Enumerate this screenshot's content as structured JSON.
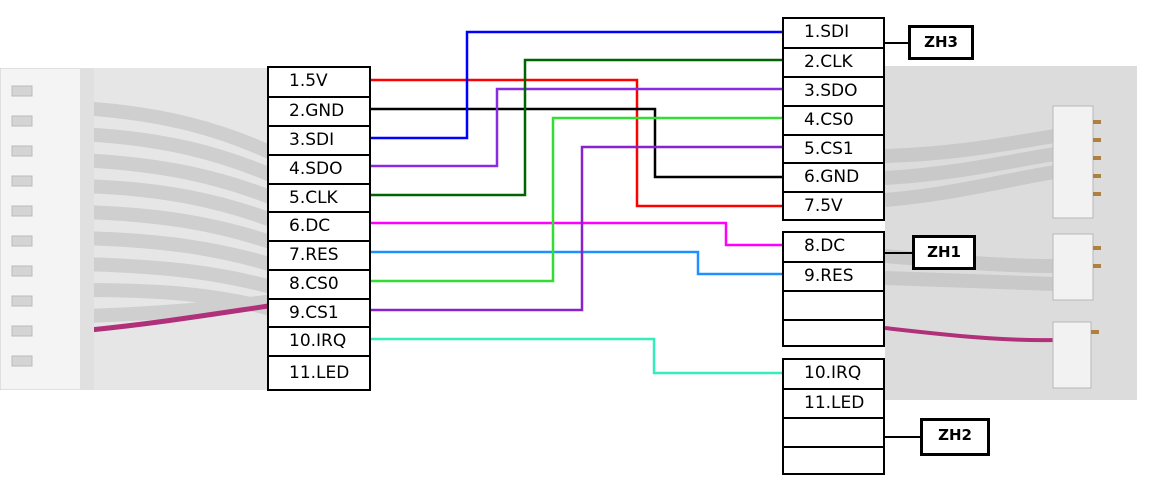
{
  "left_connector": {
    "pins": [
      "1.5V",
      "2.GND",
      "3.SDI",
      "4.SDO",
      "5.CLK",
      "6.DC",
      "7.RES",
      "8.CS0",
      "9.CS1",
      "10.IRQ",
      "11.LED"
    ]
  },
  "right_connectors": {
    "zh3": {
      "label": "ZH3",
      "pins": [
        "1.SDI",
        "2.CLK",
        "3.SDO",
        "4.CS0",
        "5.CS1",
        "6.GND",
        "7.5V"
      ]
    },
    "zh1": {
      "label": "ZH1",
      "pins": [
        "8.DC",
        "9.RES",
        "",
        ""
      ]
    },
    "zh2": {
      "label": "ZH2",
      "pins": [
        "10.IRQ",
        "11.LED",
        "",
        ""
      ]
    }
  },
  "wire_colors": {
    "5V": "#ff0000",
    "GND": "#000000",
    "SDI": "#0000ff",
    "SDO": "#8a2be2",
    "CLK": "#006400",
    "DC": "#ff00ff",
    "RES": "#1e90ff",
    "CS0": "#33dd33",
    "CS1": "#8822cc",
    "IRQ": "#33eebb"
  },
  "photos": {
    "left": "connector-cable-photo",
    "right": "jst-connectors-photo"
  }
}
